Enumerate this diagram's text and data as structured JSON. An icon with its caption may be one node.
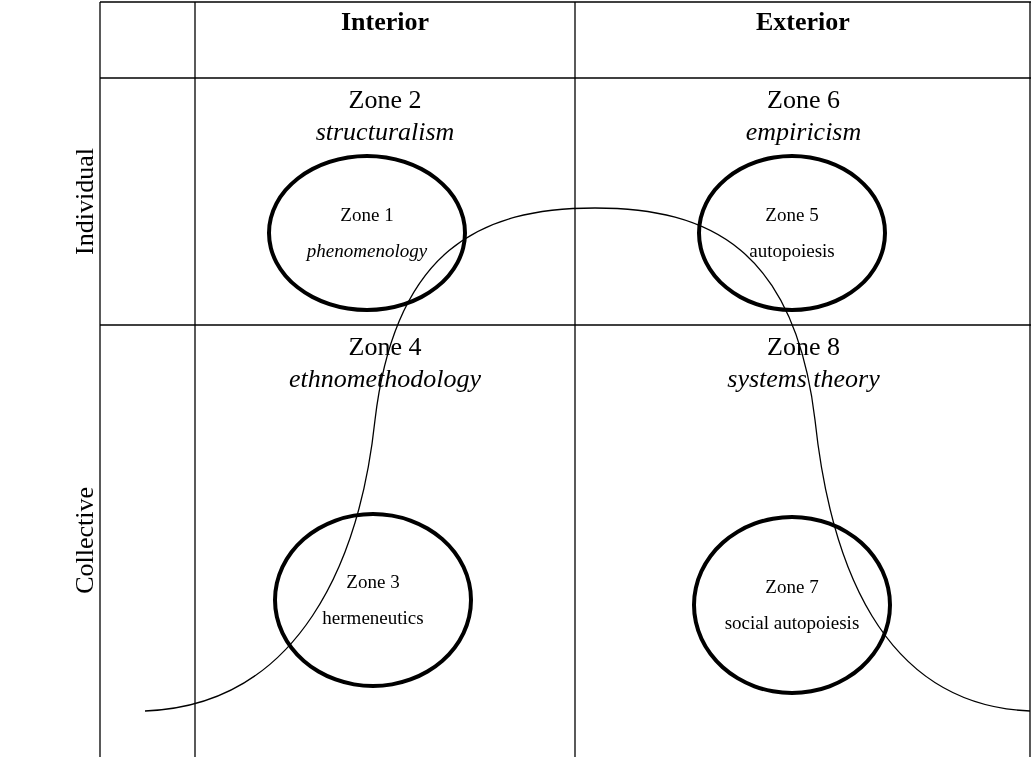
{
  "diagram": {
    "nodes": [
      {
        "text": [
          "Zone 2",
          "structuralism"
        ]
      },
      {
        "text": [
          "Zone 1",
          "phenomenology"
        ],
        "in": 0
      },
      {
        "text": [
          "Zone 6",
          "empiricism"
        ]
      },
      {
        "text": [
          "Zone 5",
          "autopoiesis"
        ],
        "in": 2
      },
      {
        "text": [
          "Zone 4",
          "ethnomethodology"
        ]
      },
      {
        "text": [
          "Zone 3",
          "hermeneutics"
        ],
        "in": 4
      },
      {
        "text": [
          "Zone 8",
          "systems theory"
        ]
      },
      {
        "text": [
          "Zone 7",
          "social autopoiesis"
        ],
        "in": 6
      }
    ],
    "labels": [
      "Interior",
      "Exterior",
      "Individual",
      "Collective"
    ]
  }
}
